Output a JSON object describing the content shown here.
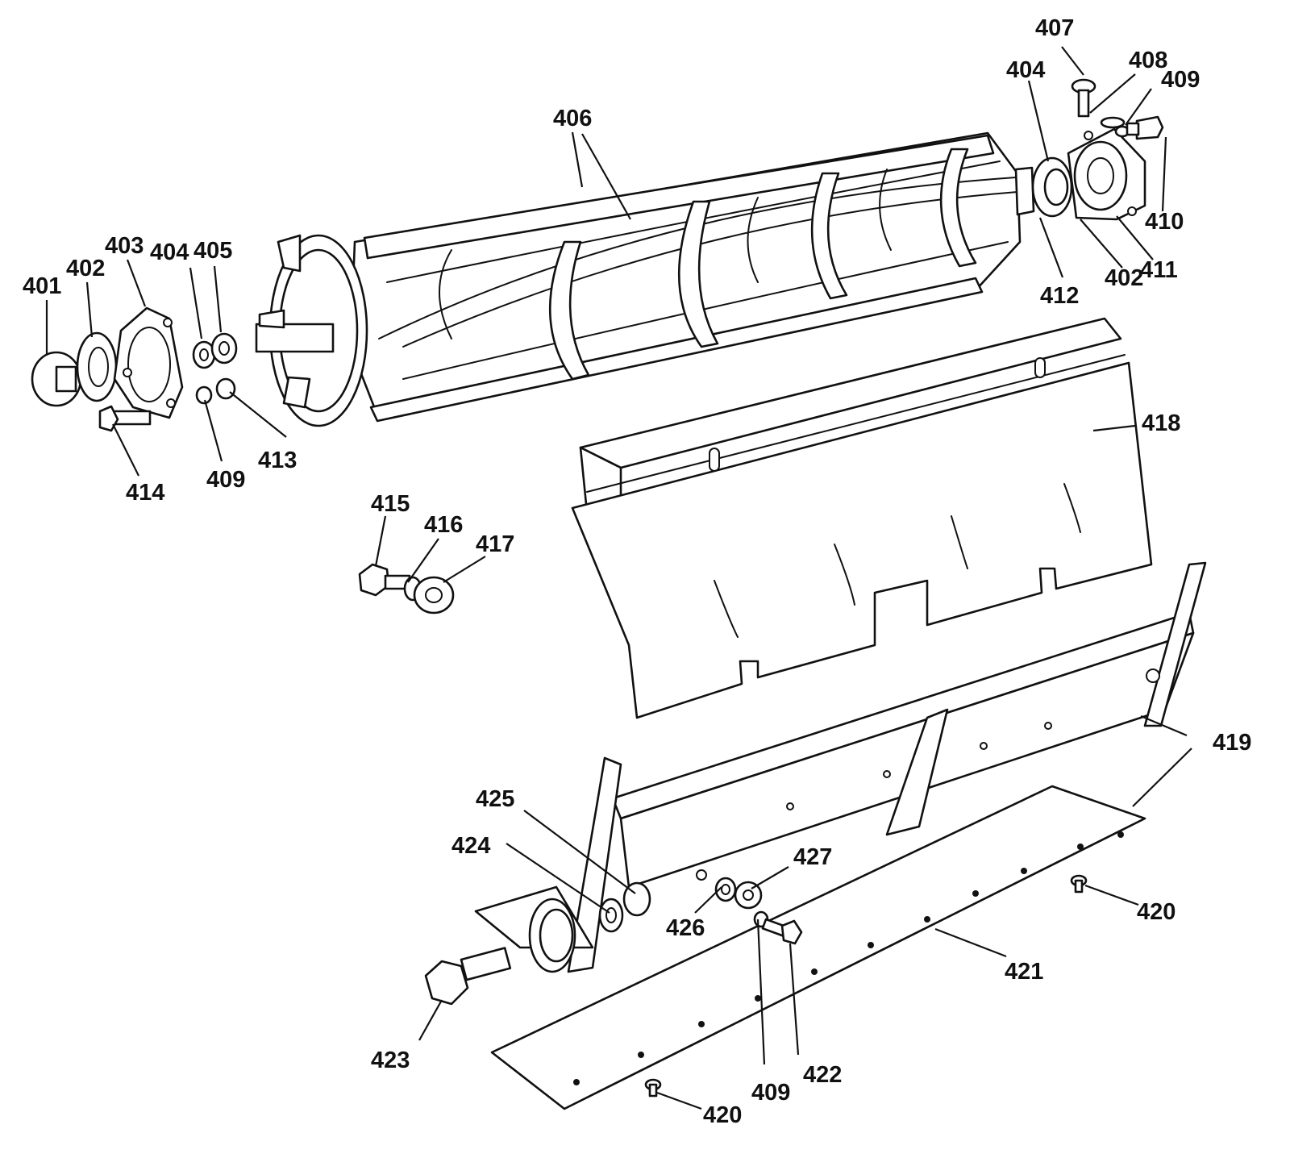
{
  "callouts": {
    "401": "401",
    "402": "402",
    "403": "403",
    "404": "404",
    "405": "405",
    "406": "406",
    "407": "407",
    "408": "408",
    "409": "409",
    "410": "410",
    "411": "411",
    "412": "412",
    "413": "413",
    "414": "414",
    "415": "415",
    "416": "416",
    "417": "417",
    "418": "418",
    "419": "419",
    "420": "420",
    "421": "421",
    "422": "422",
    "423": "423",
    "424": "424",
    "425": "425",
    "426": "426",
    "427": "427"
  },
  "colors": {
    "ink": "#111111",
    "paper": "#ffffff"
  }
}
